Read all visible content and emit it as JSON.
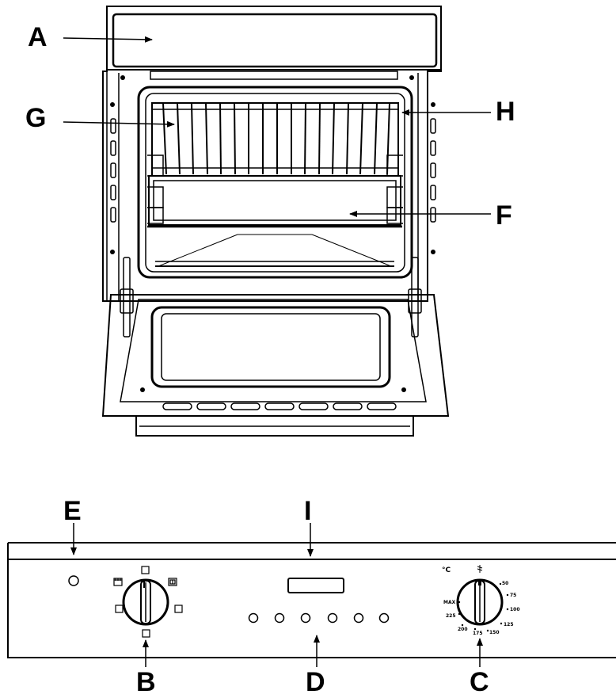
{
  "callouts": {
    "A": "A",
    "B": "B",
    "C": "C",
    "D": "D",
    "E": "E",
    "F": "F",
    "G": "G",
    "H": "H",
    "I": "I"
  },
  "thermostat": {
    "unit": "°C",
    "marks": [
      "50",
      "75",
      "100",
      "125",
      "150",
      "175",
      "200",
      "225",
      "MAX"
    ]
  },
  "control_panel": {
    "button_count": 6,
    "function_symbols": [
      "lamp-symbol",
      "top-heat-symbol",
      "grill-symbol",
      "fan-symbol",
      "bottom-heat-symbol",
      "defrost-symbol"
    ]
  }
}
